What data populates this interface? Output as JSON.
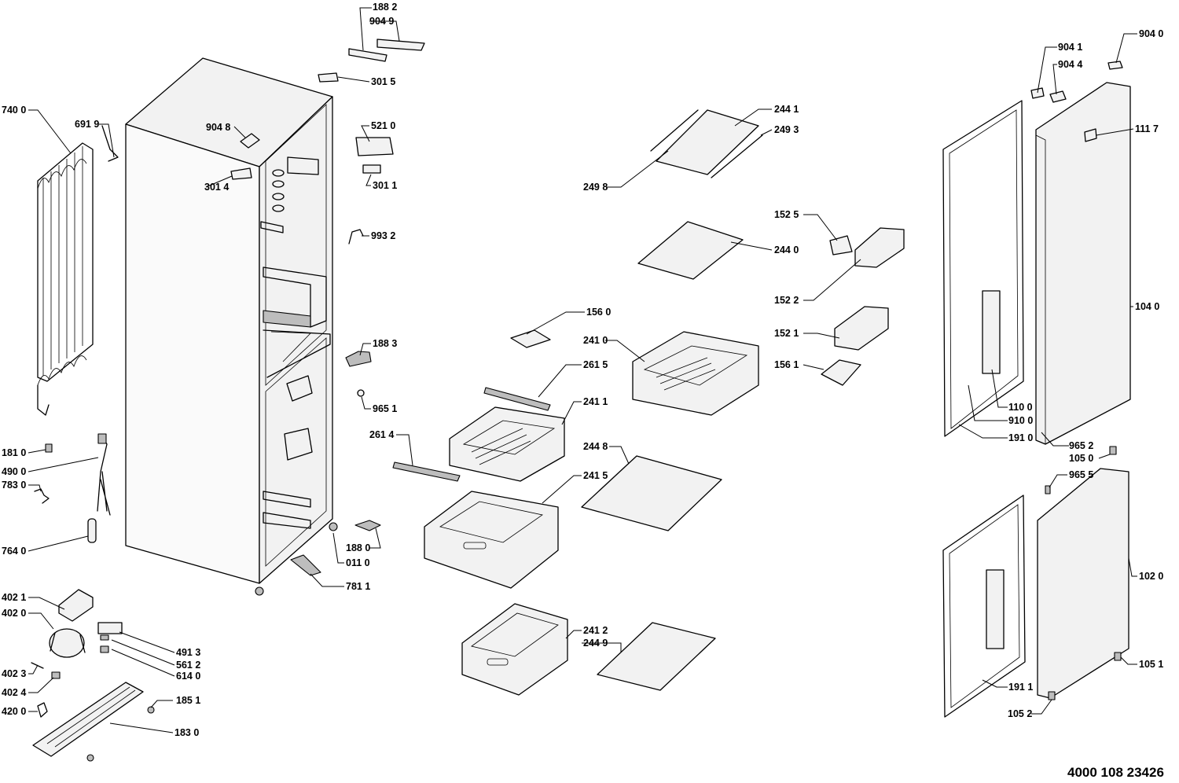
{
  "labels": {
    "l1882": "188 2",
    "l9049": "904 9",
    "l3015": "301 5",
    "l7400": "740 0",
    "l6919": "691 9",
    "l9048": "904 8",
    "l5210": "521 0",
    "l3014": "301 4",
    "l3011": "301 1",
    "l9932": "993 2",
    "l1883": "188 3",
    "l9651": "965 1",
    "l1810": "181 0",
    "l4900": "490 0",
    "l7830": "783 0",
    "l7640": "764 0",
    "l1880": "188 0",
    "l0110": "011 0",
    "l7811": "781 1",
    "l4021": "402 1",
    "l4020": "402 0",
    "l4913": "491 3",
    "l5612": "561 2",
    "l6140": "614 0",
    "l4023": "402 3",
    "l4024": "402 4",
    "l1851": "185 1",
    "l4200": "420 0",
    "l1830": "183 0",
    "l2441": "244 1",
    "l2493": "249 3",
    "l2498": "249 8",
    "l1525": "152 5",
    "l2440": "244 0",
    "l1522": "152 2",
    "l1560": "156 0",
    "l1521": "152 1",
    "l2410": "241 0",
    "l2615": "261 5",
    "l1561": "156 1",
    "l2411": "241 1",
    "l2614": "261 4",
    "l2448": "244 8",
    "l2415": "241 5",
    "l2412": "241 2",
    "l2449": "244 9",
    "l9041": "904 1",
    "l9040": "904 0",
    "l9044": "904 4",
    "l1117": "111 7",
    "l1040": "104 0",
    "l1100": "110 0",
    "l9100": "910 0",
    "l1910": "191 0",
    "l9652": "965 2",
    "l1050": "105 0",
    "l9655": "965 5",
    "l1020": "102 0",
    "l1051": "105 1",
    "l1911": "191 1",
    "l1052": "105 2"
  },
  "document_number": "4000 108 23426"
}
